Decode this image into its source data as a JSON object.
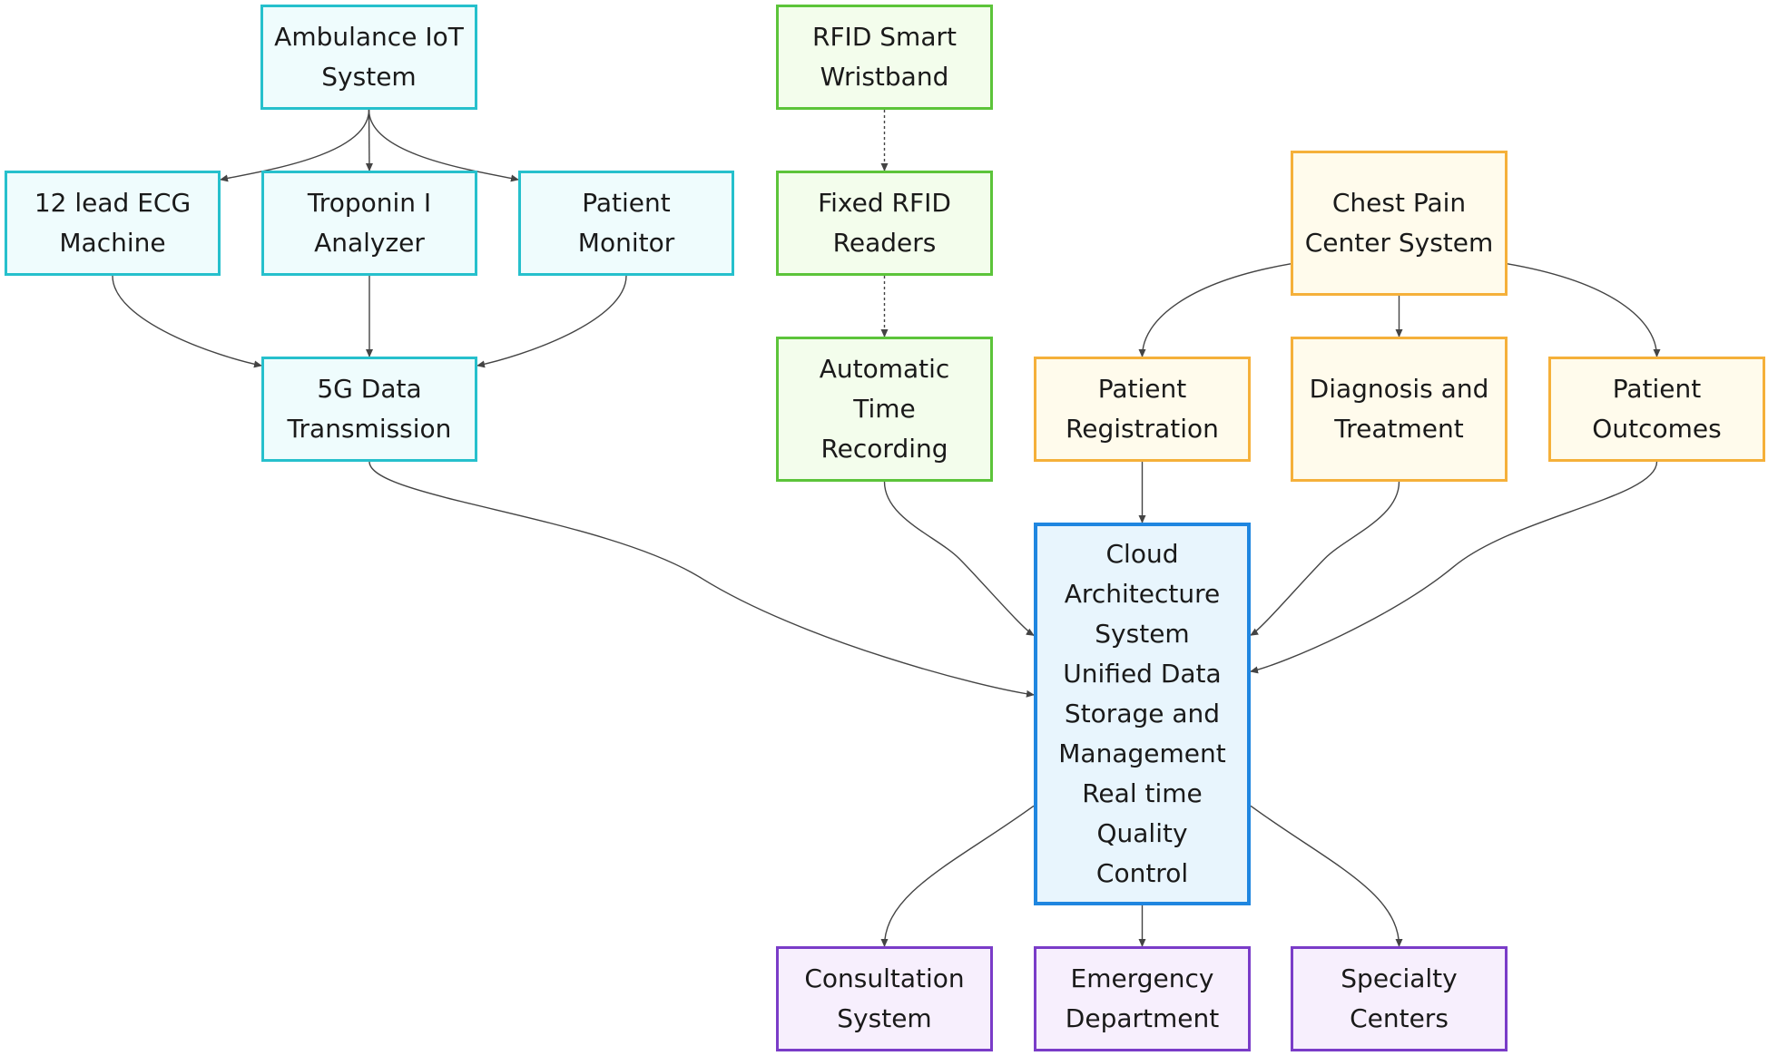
{
  "nodes": {
    "ambulance_iot": "Ambulance IoT System",
    "ecg_machine": "12 lead ECG Machine",
    "troponin_analyzer": "Troponin I Analyzer",
    "patient_monitor": "Patient Monitor",
    "data_transmission_5g": "5G Data Transmission",
    "rfid_wristband": "RFID Smart Wristband",
    "fixed_rfid_readers": "Fixed RFID Readers",
    "automatic_time_recording": "Automatic Time Recording",
    "chest_pain_center": "Chest Pain Center System",
    "patient_registration": "Patient Registration",
    "diagnosis_treatment": "Diagnosis and Treatment",
    "patient_outcomes": "Patient Outcomes",
    "cloud_architecture": "Cloud Architecture System Unified Data Storage and Management Real time Quality Control",
    "consultation_system": "Consultation System",
    "emergency_department": "Emergency Department",
    "specialty_centers": "Specialty Centers"
  },
  "colors": {
    "iot_group_border": "#26c0cc",
    "iot_group_fill": "#effcfd",
    "rfid_group_border": "#5cc43a",
    "rfid_group_fill": "#f3fdec",
    "chest_pain_group_border": "#f5b03a",
    "chest_pain_group_fill": "#fffbec",
    "cloud_border": "#1f86e0",
    "cloud_fill": "#e8f5fd",
    "output_group_border": "#7a3cc8",
    "output_group_fill": "#f7effd",
    "edge_color": "#444444"
  },
  "edges": [
    {
      "from": "ambulance_iot",
      "to": "ecg_machine",
      "style": "solid"
    },
    {
      "from": "ambulance_iot",
      "to": "troponin_analyzer",
      "style": "solid"
    },
    {
      "from": "ambulance_iot",
      "to": "patient_monitor",
      "style": "solid"
    },
    {
      "from": "ecg_machine",
      "to": "data_transmission_5g",
      "style": "solid"
    },
    {
      "from": "troponin_analyzer",
      "to": "data_transmission_5g",
      "style": "solid"
    },
    {
      "from": "patient_monitor",
      "to": "data_transmission_5g",
      "style": "solid"
    },
    {
      "from": "rfid_wristband",
      "to": "fixed_rfid_readers",
      "style": "dashed"
    },
    {
      "from": "fixed_rfid_readers",
      "to": "automatic_time_recording",
      "style": "dashed"
    },
    {
      "from": "chest_pain_center",
      "to": "patient_registration",
      "style": "solid"
    },
    {
      "from": "chest_pain_center",
      "to": "diagnosis_treatment",
      "style": "solid"
    },
    {
      "from": "chest_pain_center",
      "to": "patient_outcomes",
      "style": "solid"
    },
    {
      "from": "data_transmission_5g",
      "to": "cloud_architecture",
      "style": "solid"
    },
    {
      "from": "automatic_time_recording",
      "to": "cloud_architecture",
      "style": "solid"
    },
    {
      "from": "patient_registration",
      "to": "cloud_architecture",
      "style": "solid"
    },
    {
      "from": "diagnosis_treatment",
      "to": "cloud_architecture",
      "style": "solid"
    },
    {
      "from": "patient_outcomes",
      "to": "cloud_architecture",
      "style": "solid"
    },
    {
      "from": "cloud_architecture",
      "to": "consultation_system",
      "style": "solid"
    },
    {
      "from": "cloud_architecture",
      "to": "emergency_department",
      "style": "solid"
    },
    {
      "from": "cloud_architecture",
      "to": "specialty_centers",
      "style": "solid"
    }
  ]
}
